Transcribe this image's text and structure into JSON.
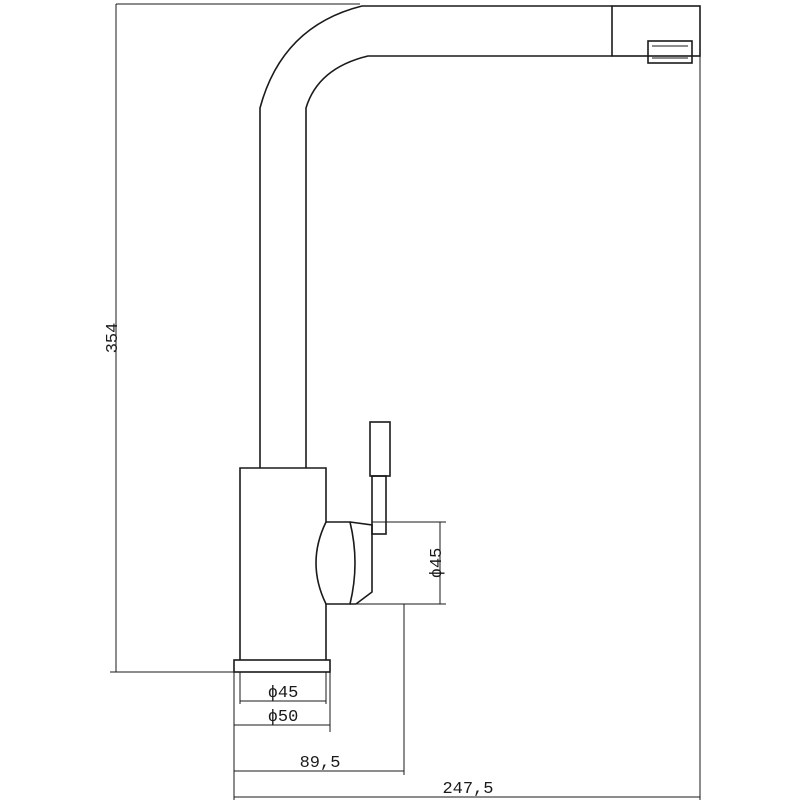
{
  "dimensions": {
    "height": "354",
    "handle_diameter": "ϕ45",
    "base_inner_diameter": "ϕ45",
    "base_outer_diameter": "ϕ50",
    "handle_reach": "89,5",
    "spout_reach": "247,5"
  }
}
